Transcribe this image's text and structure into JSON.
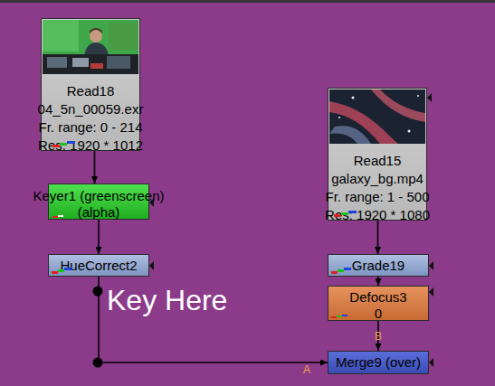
{
  "diagram": {
    "nodes": [
      {
        "text": [
          "Read18",
          "04_5n_00059.exr",
          "Fr. range: 0 - 214",
          "Res: 1920 * 1012"
        ]
      },
      {
        "text": [
          "Read15",
          "galaxy_bg.mp4",
          "Fr. range: 1 - 500",
          "Res: 1920 * 1080"
        ]
      },
      {
        "text": [
          "Keyer1 (greenscreen)",
          "(alpha)"
        ]
      },
      {
        "text": [
          "HueCorrect2"
        ]
      },
      {
        "text": [
          "Grade19"
        ]
      },
      {
        "text": [
          "Defocus3",
          "0"
        ]
      },
      {
        "text": [
          "Merge9 (over)"
        ]
      }
    ],
    "edges": [
      {
        "from": 0,
        "to": 2,
        "arrow": "to"
      },
      {
        "from": 2,
        "to": 3,
        "arrow": "to"
      },
      {
        "from": 3,
        "to": 6,
        "label": "A",
        "arrow": "to"
      },
      {
        "from": 1,
        "to": 4,
        "arrow": "to"
      },
      {
        "from": 4,
        "to": 5,
        "arrow": "to"
      },
      {
        "from": 5,
        "to": 6,
        "label": "B",
        "arrow": "to"
      }
    ],
    "labels": [
      "Key Here"
    ]
  }
}
